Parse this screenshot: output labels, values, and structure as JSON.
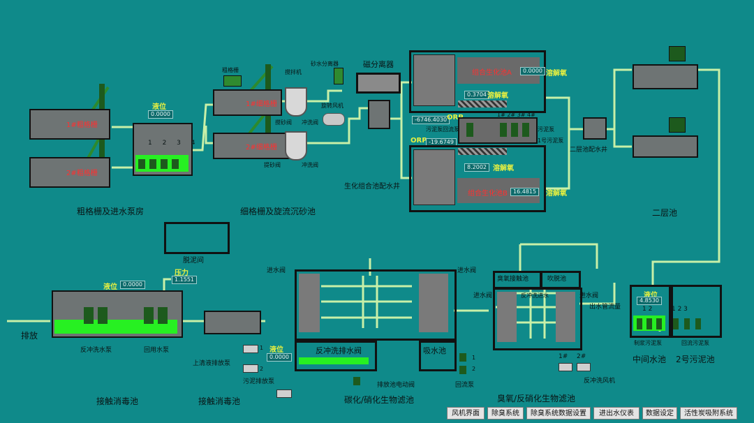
{
  "areas": {
    "coarse_grille": "粗格栅及进水泵房",
    "fine_grille": "细格栅及旋流沉砂池",
    "secondary_clarifier": "二层池",
    "sludge_room": "脱泥间",
    "contact_disinfection_a": "接触消毒池",
    "contact_disinfection_b": "接触消毒池",
    "carbon_filter": "碳化/硝化生物滤池",
    "ozone_filter": "臭氧/反硝化生物滤池",
    "middle_pool": "中间水池",
    "sludge_pool2": "2号污泥池"
  },
  "labels": {
    "level1": "液位",
    "level2": "液位",
    "level3": "液位",
    "level4": "液位",
    "pressure": "压力",
    "grille": "粗格栅",
    "mixer": "搅拌机",
    "sand_separator": "砂水分离器",
    "magnetic": "磁分离器",
    "blower": "旋转风机",
    "stirring_valve": "搅砂阀",
    "flush_valve1": "冲洗阀",
    "stirring_valve2": "提砂阀",
    "flush_valve2": "冲洗阀",
    "bio_well": "生化组合池配水井",
    "orp1": "ORP",
    "orp2": "ORP",
    "do1": "溶解氧",
    "do2": "溶解氧",
    "do3": "溶解氧",
    "do4": "溶解氧",
    "bio_a": "组合生化池A",
    "bio_b": "组合生化池B",
    "sludge_pump_return": "污泥泵回流泵",
    "sludge_pump": "污泥泵",
    "sludge_pump1": "1号污泥泵",
    "pumps_header": "1# 2# 3# 4#",
    "clarifier_well": "二层池配水井",
    "discharge": "排放",
    "backwash_pump": "反冲洗水泵",
    "reuse_pump": "回用水泵",
    "supernatant_pump": "上清液排放泵",
    "sludge_discharge_pump": "污泥排放泵",
    "inlet_valve1": "进水阀",
    "inlet_valve2": "进水阀",
    "inlet_valve3": "进水阀",
    "inlet_valve4": "进水阀",
    "backwash_drain_valve": "反冲洗排水阀",
    "suction_pool": "吸水池",
    "drain_valve": "排放池电动阀",
    "return_pump": "回流泵",
    "ozone_contact": "臭氧接触池",
    "blow_off": "吹脱池",
    "backwash_in": "反冲洗进水",
    "outlet_tank": "出水管流量",
    "self_pump": "制浆污泥泵",
    "reflux_pump": "回流污泥泵",
    "backwash_fan": "反冲洗风机",
    "fan1": "1#",
    "fan2": "2#",
    "n1": "1",
    "n2": "2",
    "tank_num": "1 2 3 4",
    "mid_num": "1 2",
    "mid_num2": "1 2 3"
  },
  "values": {
    "level_top": "0.0000",
    "level_disinfect": "0.0000",
    "pressure": "1.1551",
    "level_mid": "0.0000",
    "bio_a_do": "0.0000",
    "bio_a_val": "0.3704",
    "orp_a": "-6746.4030",
    "orp_b": "-19.6749",
    "bio_b_val": "8.2002",
    "bio_b_do": "16.4815",
    "middle_level": "4.8530"
  },
  "nav": [
    "风机界面",
    "除臭系统",
    "除臭系统数据设置",
    "进出水仪表",
    "数据设定",
    "活性炭吸附系统"
  ]
}
